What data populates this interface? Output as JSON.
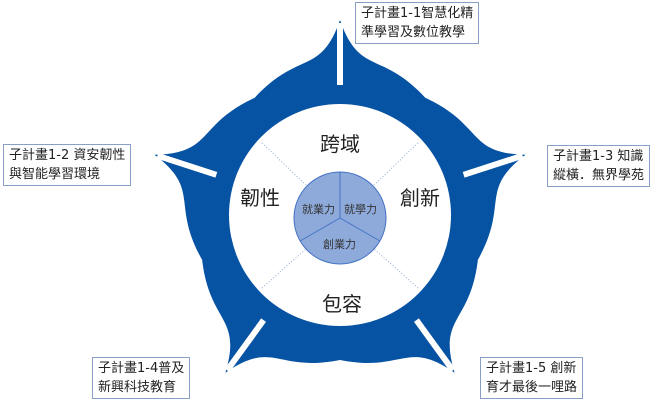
{
  "colors": {
    "star": "#0652a3",
    "inner": "#8eaadb",
    "divider": "#4472c4"
  },
  "boxes": [
    {
      "line1": "子計畫1-1智慧化精",
      "line2": "準學習及數位教學"
    },
    {
      "line1": "子計畫1-2 資安韌性",
      "line2": "與智能學習環境"
    },
    {
      "line1": "子計畫1-3 知識",
      "line2": "縱橫．無界學苑"
    },
    {
      "line1": "子計畫1-4普及",
      "line2": "新興科技教育"
    },
    {
      "line1": "子計畫1-5 創新",
      "line2": "育才最後一哩路"
    }
  ],
  "ring": {
    "top": "跨域",
    "left": "韌性",
    "right": "創新",
    "bottom": "包容"
  },
  "core": {
    "a": "就業力",
    "b": "就學力",
    "c": "創業力"
  }
}
